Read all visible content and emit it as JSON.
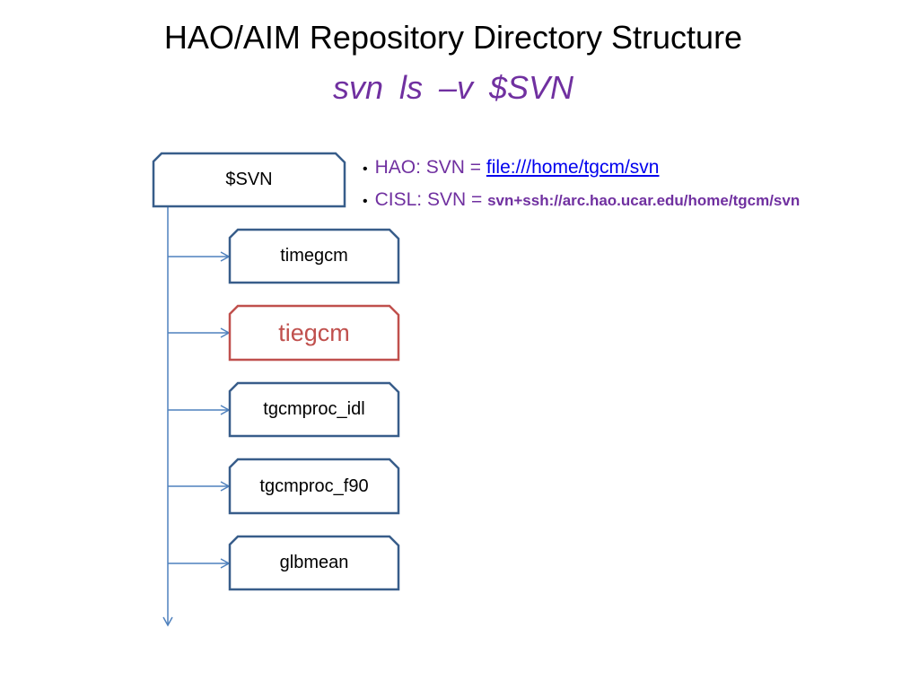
{
  "slide": {
    "title": "HAO/AIM Repository Directory Structure",
    "subtitle": "svn  ls  –v  $SVN"
  },
  "tree": {
    "root": "$SVN",
    "children": [
      "timegcm",
      "tiegcm",
      "tgcmproc_idl",
      "tgcmproc_f90",
      "glbmean"
    ],
    "highlighted": "tiegcm"
  },
  "info": {
    "hao_prefix": "HAO: SVN = ",
    "hao_link": "file:///home/tgcm/svn",
    "cisl_prefix": "CISL: SVN = ",
    "cisl_path": "svn+ssh://arc.hao.ucar.edu/home/tgcm/svn"
  },
  "colors": {
    "box_border": "#385d8a",
    "highlight_border": "#c0504d",
    "connector": "#4f81bd",
    "subtitle": "#7030a0"
  }
}
